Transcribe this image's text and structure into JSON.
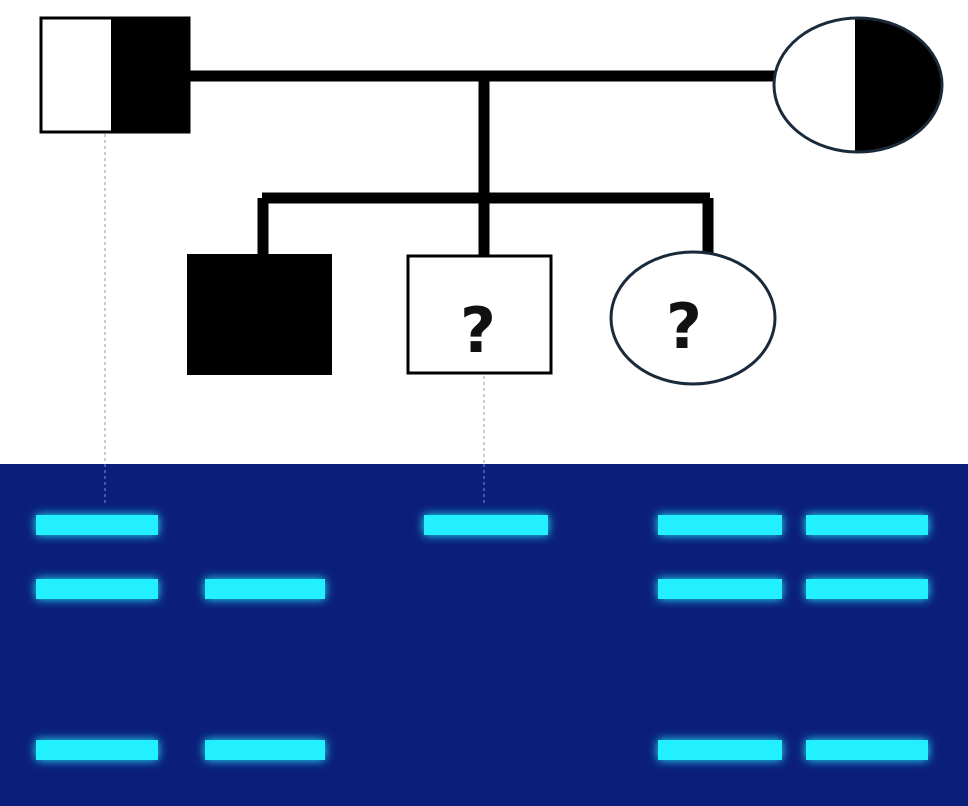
{
  "pedigree": {
    "son_label": "?",
    "daughter_label": "?"
  },
  "gel": {
    "background_color": "#0b1e7a",
    "band_color": "#22f0ff",
    "lanes": [
      {
        "bands": [
          1,
          2,
          3
        ]
      },
      {
        "bands": [
          2,
          3
        ]
      },
      {
        "bands": [
          1
        ]
      },
      {
        "bands": [
          1,
          2,
          3
        ]
      },
      {
        "bands": [
          1,
          2,
          3
        ]
      }
    ]
  }
}
